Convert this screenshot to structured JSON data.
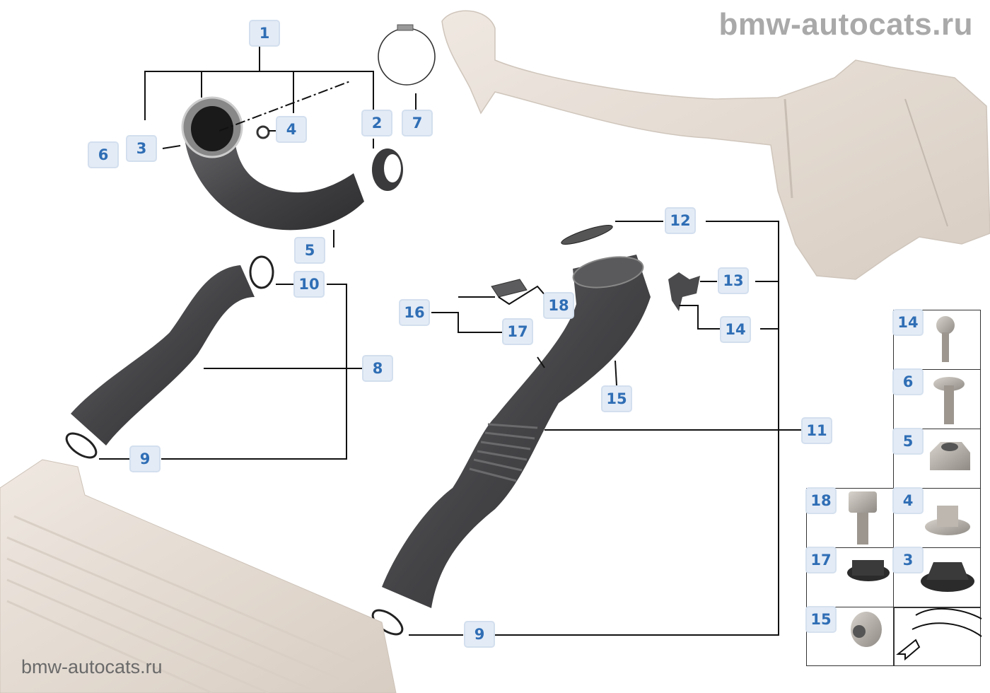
{
  "watermarks": {
    "top": "bmw-autocats.ru",
    "bottom": "bmw-autocats.ru"
  },
  "colors": {
    "label_text": "#2f6eb5",
    "label_fill": "#e3ebf6",
    "hose": "#4a4a4c",
    "housing": "#e6dcd3"
  },
  "callouts": {
    "c1": "1",
    "c2": "2",
    "c3": "3",
    "c4": "4",
    "c5": "5",
    "c6": "6",
    "c7": "7",
    "c8": "8",
    "c9a": "9",
    "c9b": "9",
    "c10": "10",
    "c11": "11",
    "c12": "12",
    "c13": "13",
    "c14": "14",
    "c15": "15",
    "c16": "16",
    "c17": "17",
    "c18": "18"
  },
  "legend": [
    {
      "num": "14",
      "icon": "tapping-screw-icon"
    },
    {
      "num": "6",
      "icon": "hex-bolt-flange-icon"
    },
    {
      "num": "5",
      "icon": "hex-nut-flange-icon"
    },
    {
      "num": "18",
      "icon": "hex-bolt-icon"
    },
    {
      "num": "4",
      "icon": "flange-bushing-icon"
    },
    {
      "num": "17",
      "icon": "rubber-grommet-icon"
    },
    {
      "num": "3",
      "icon": "rubber-mount-icon"
    },
    {
      "num": "15",
      "icon": "hex-sleeve-icon"
    },
    {
      "num": "",
      "icon": "vehicle-front-location-icon"
    }
  ]
}
